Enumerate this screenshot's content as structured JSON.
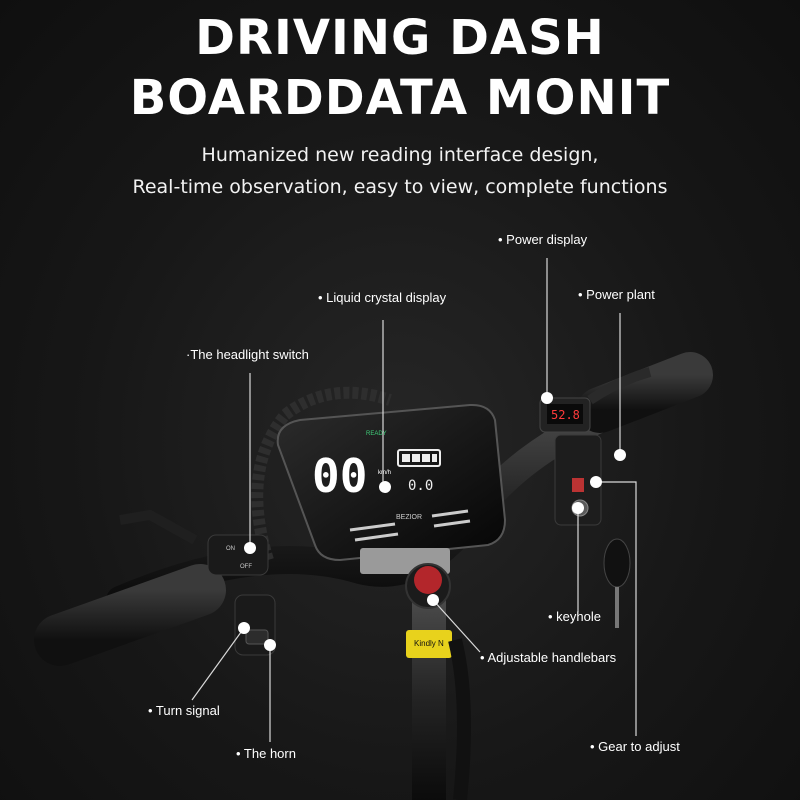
{
  "headline": {
    "line1": "DRIVING DASH",
    "line2": "BOARDDATA MONIT"
  },
  "subheadline": {
    "line1": "Humanized new reading interface design,",
    "line2": "Real-time observation, easy to view, complete functions"
  },
  "callouts": {
    "power_display": "• Power display",
    "power_plant": "• Power plant",
    "liquid_crystal_display": "• Liquid crystal display",
    "headlight_switch": "·The headlight switch",
    "keyhole": "• keyhole",
    "adjustable_handlebars": "• Adjustable handlebars",
    "turn_signal": "• Turn signal",
    "the_horn": "• The horn",
    "gear_to_adjust": "• Gear to adjust"
  },
  "dashboard": {
    "speed": "00",
    "speed_unit": "km/h",
    "ready": "READY",
    "aux_readout": "0.0",
    "brand": "BEZIOR"
  },
  "voltmeter": {
    "reading": "52.8"
  },
  "switch_labels": {
    "on": "ON",
    "off": "OFF"
  },
  "sticker": {
    "text": "Kindly N"
  },
  "colors": {
    "dash_green": "#3fd07a",
    "voltmeter_red": "#ff3b3b",
    "background": "#141414"
  }
}
